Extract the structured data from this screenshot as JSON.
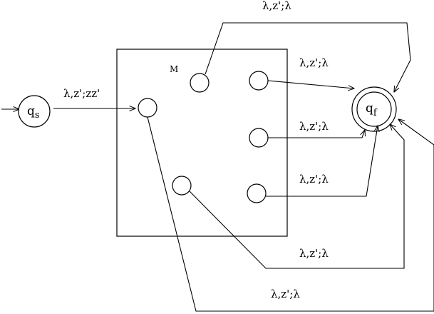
{
  "machine_label": "M",
  "start_state": {
    "name": "q",
    "sub": "s"
  },
  "final_state": {
    "name": "q",
    "sub": "f"
  },
  "start_edge_label": "λ,z';zz'",
  "edge_labels": [
    "λ,z';λ",
    "λ,z';λ",
    "λ,z';λ",
    "λ,z';λ",
    "λ,z';λ",
    "λ,z';λ"
  ]
}
